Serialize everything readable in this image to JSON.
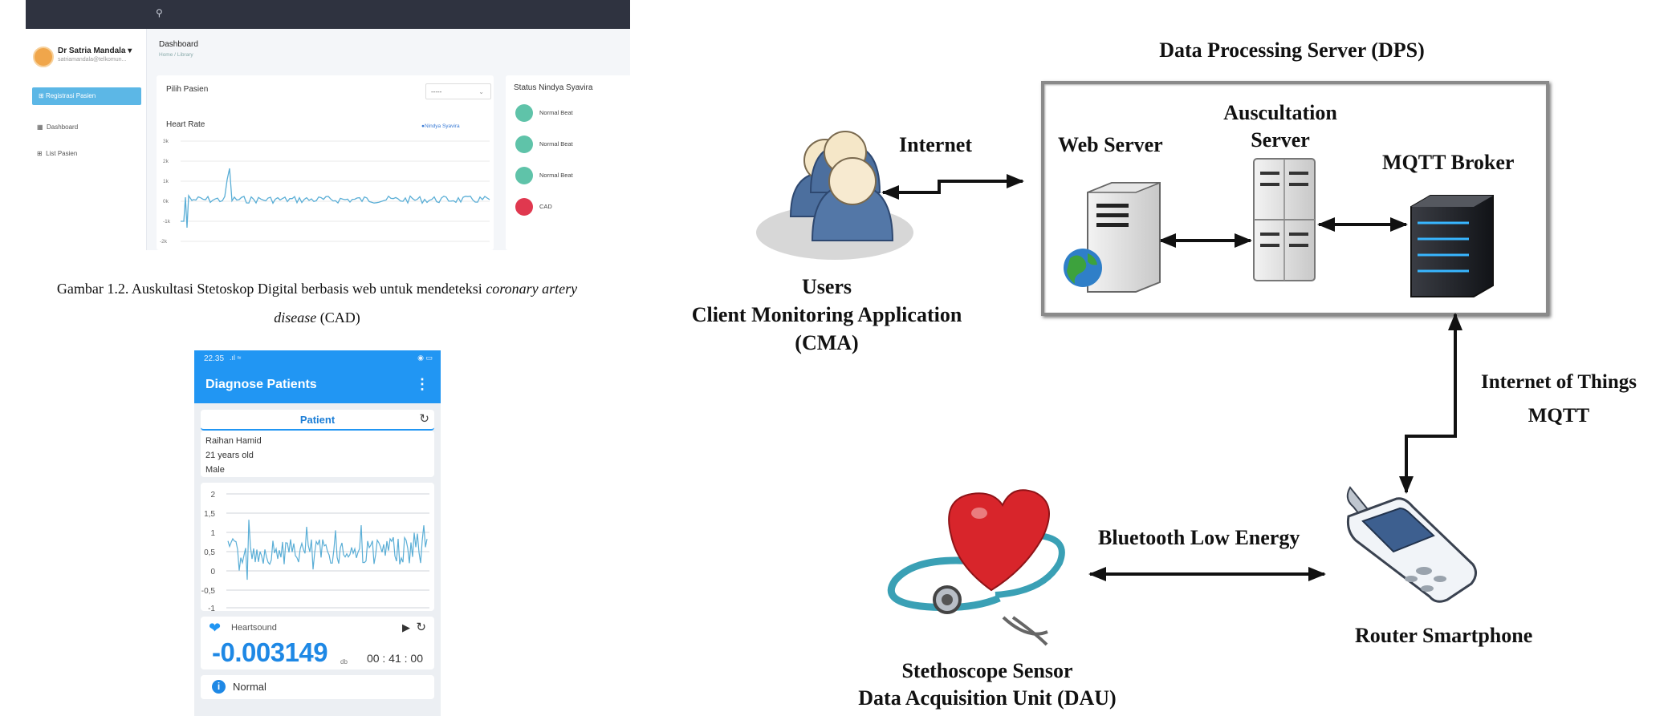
{
  "web": {
    "user_name": "Dr Satria Mandala",
    "user_email": "satriamandala@telkomun...",
    "register_button": "Registrasi Pasien",
    "nav": [
      "Dashboard",
      "List Pasien"
    ],
    "page_title": "Dashboard",
    "breadcrumb": "Home  /  Library",
    "select_patient_label": "Pilih Pasien",
    "select_value": "-----",
    "heart_rate_title": "Heart Rate",
    "legend_name": "Nindya Syavira",
    "y_ticks": [
      "3k",
      "2k",
      "1k",
      "0k",
      "-1k",
      "-2k"
    ],
    "status_title": "Status Nindya Syavira",
    "statuses": [
      {
        "label": "Normal Beat",
        "color": "#5fc3a9"
      },
      {
        "label": "Normal Beat",
        "color": "#5fc3a9"
      },
      {
        "label": "Normal Beat",
        "color": "#5fc3a9"
      },
      {
        "label": "CAD",
        "color": "#e0384f"
      }
    ]
  },
  "caption": {
    "prefix": "Gambar 1.2. Auskultasi Stetoskop Digital berbasis web untuk mendeteksi ",
    "italic1": "coronary artery",
    "italic2": "disease",
    "suffix": " (CAD)"
  },
  "phone": {
    "time": "22.35",
    "title": "Diagnose Patients",
    "patient_tab": "Patient",
    "patient_name": "Raihan Hamid",
    "patient_age": "21 years old",
    "patient_sex": "Male",
    "y_ticks": [
      "2",
      "1,5",
      "1",
      "0,5",
      "0",
      "-0,5",
      "-1"
    ],
    "heartsound_label": "Heartsound",
    "value": "-0.003149",
    "unit": "db",
    "timer": "00 : 41 : 00",
    "result": "Normal"
  },
  "diagram": {
    "dps_title": "Data Processing Server (DPS)",
    "internet_label": "Internet",
    "web_server": "Web Server",
    "auscultation_server_1": "Auscultation",
    "auscultation_server_2": "Server",
    "mqtt_broker": "MQTT Broker",
    "users_1": "Users",
    "users_2": "Client Monitoring Application",
    "users_3": "(CMA)",
    "iot_1": "Internet of Things",
    "iot_2": "MQTT",
    "ble": "Bluetooth Low Energy",
    "router": "Router Smartphone",
    "stetho_1": "Stethoscope Sensor",
    "stetho_2": "Data Acquisition Unit (DAU)"
  }
}
